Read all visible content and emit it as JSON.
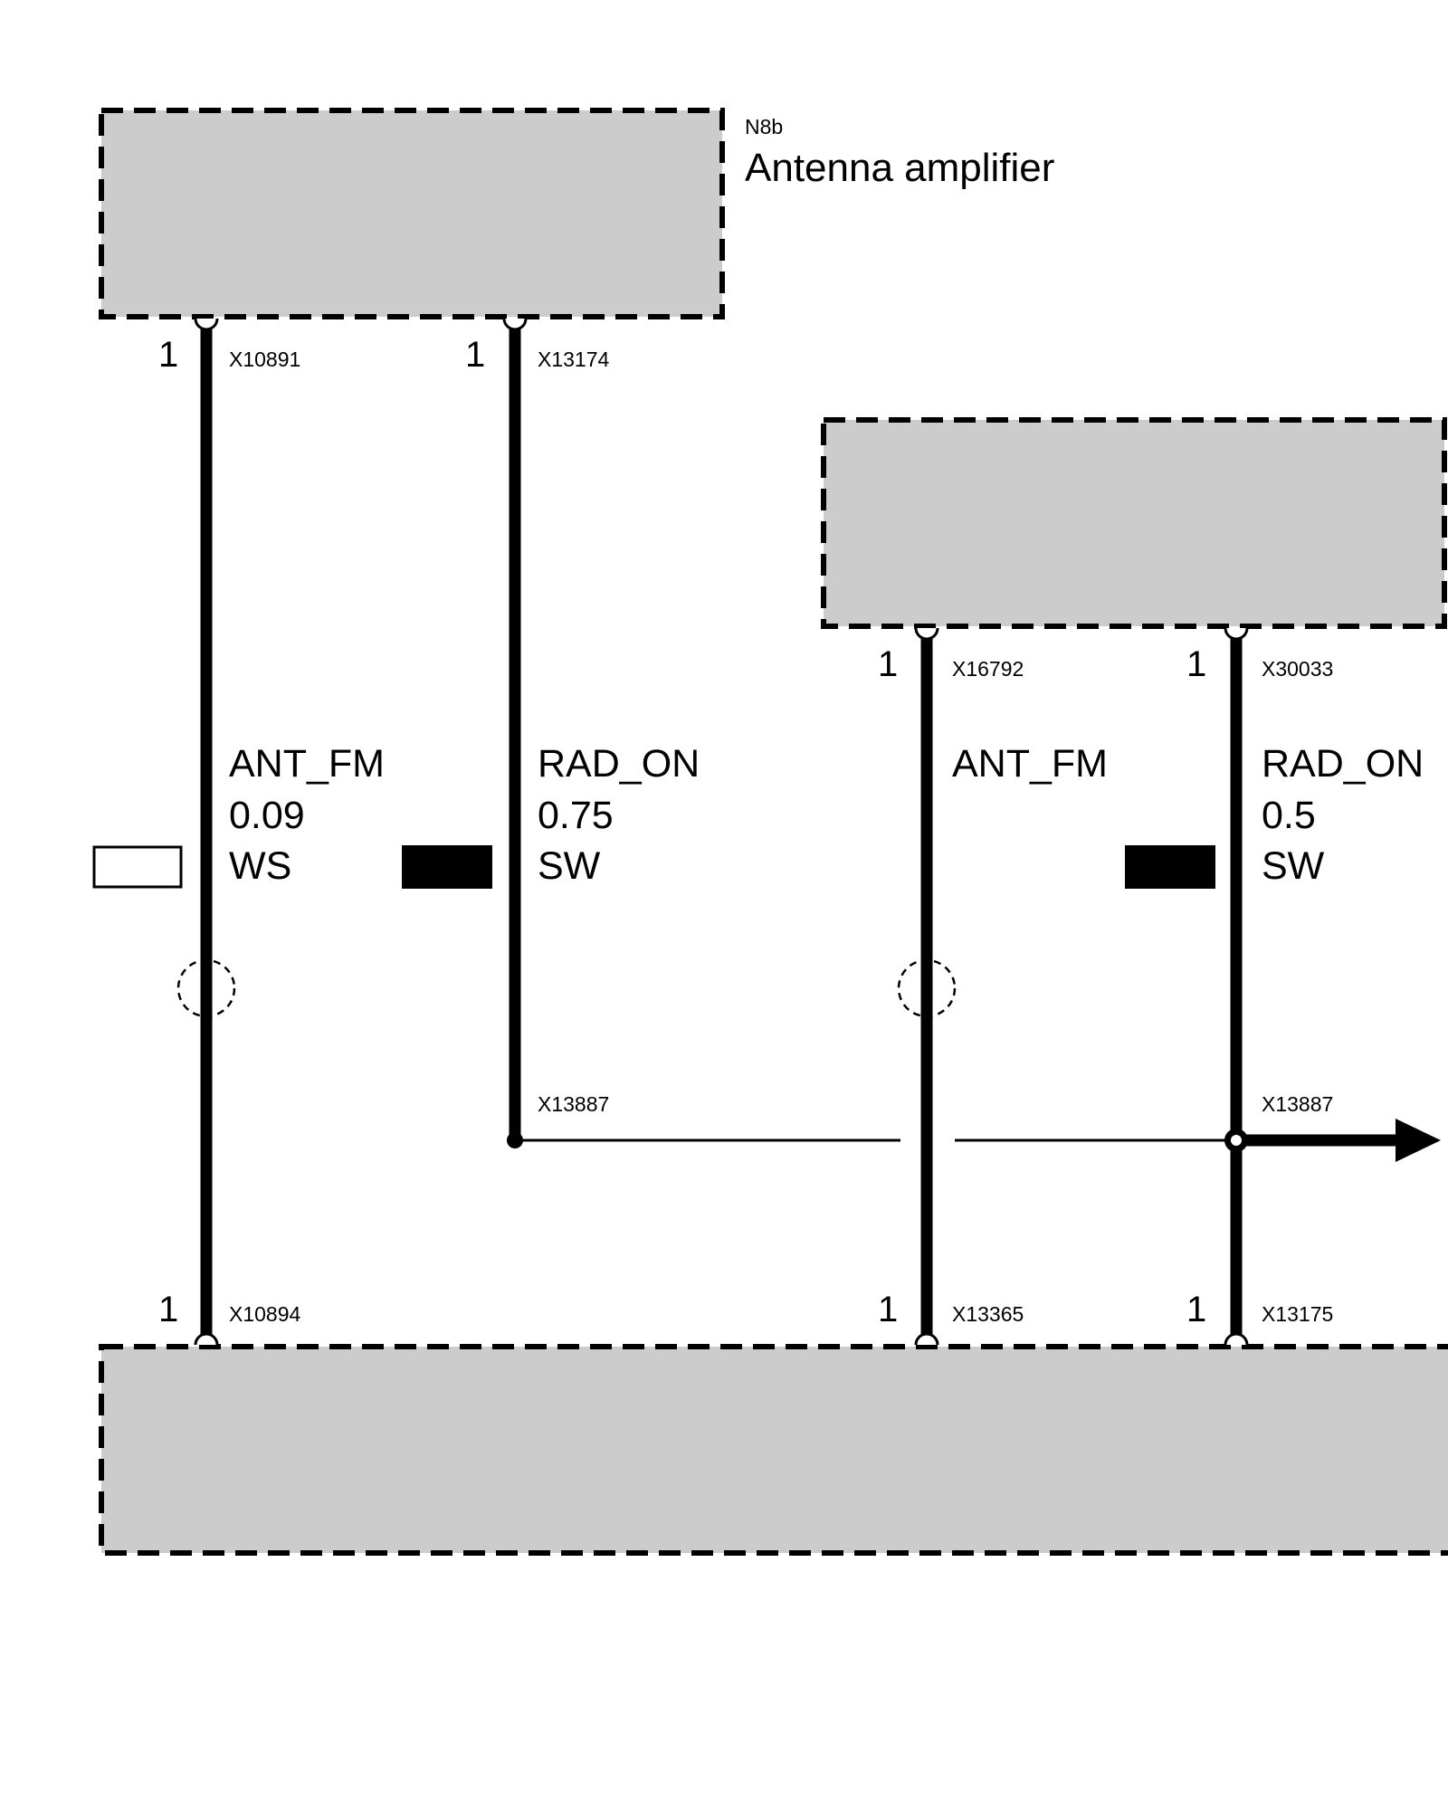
{
  "components": {
    "antenna_amplifier": {
      "id": "N8b",
      "name": "Antenna amplifier"
    }
  },
  "pins": [
    {
      "pin": "1",
      "connector": "X10891"
    },
    {
      "pin": "1",
      "connector": "X13174"
    },
    {
      "pin": "1",
      "connector": "X16792"
    },
    {
      "pin": "1",
      "connector": "X30033"
    },
    {
      "pin": "1",
      "connector": "X10894"
    },
    {
      "pin": "1",
      "connector": "X13365"
    },
    {
      "pin": "1",
      "connector": "X13175"
    }
  ],
  "wires": [
    {
      "signal": "ANT_FM",
      "cross_section": "0.09",
      "color_code": "WS",
      "swatch_color": "#ffffff"
    },
    {
      "signal": "RAD_ON",
      "cross_section": "0.75",
      "color_code": "SW",
      "swatch_color": "#000000"
    },
    {
      "signal": "ANT_FM"
    },
    {
      "signal": "RAD_ON",
      "cross_section": "0.5",
      "color_code": "SW",
      "swatch_color": "#000000"
    }
  ],
  "splices": [
    {
      "connector": "X13887"
    },
    {
      "connector": "X13887"
    }
  ]
}
